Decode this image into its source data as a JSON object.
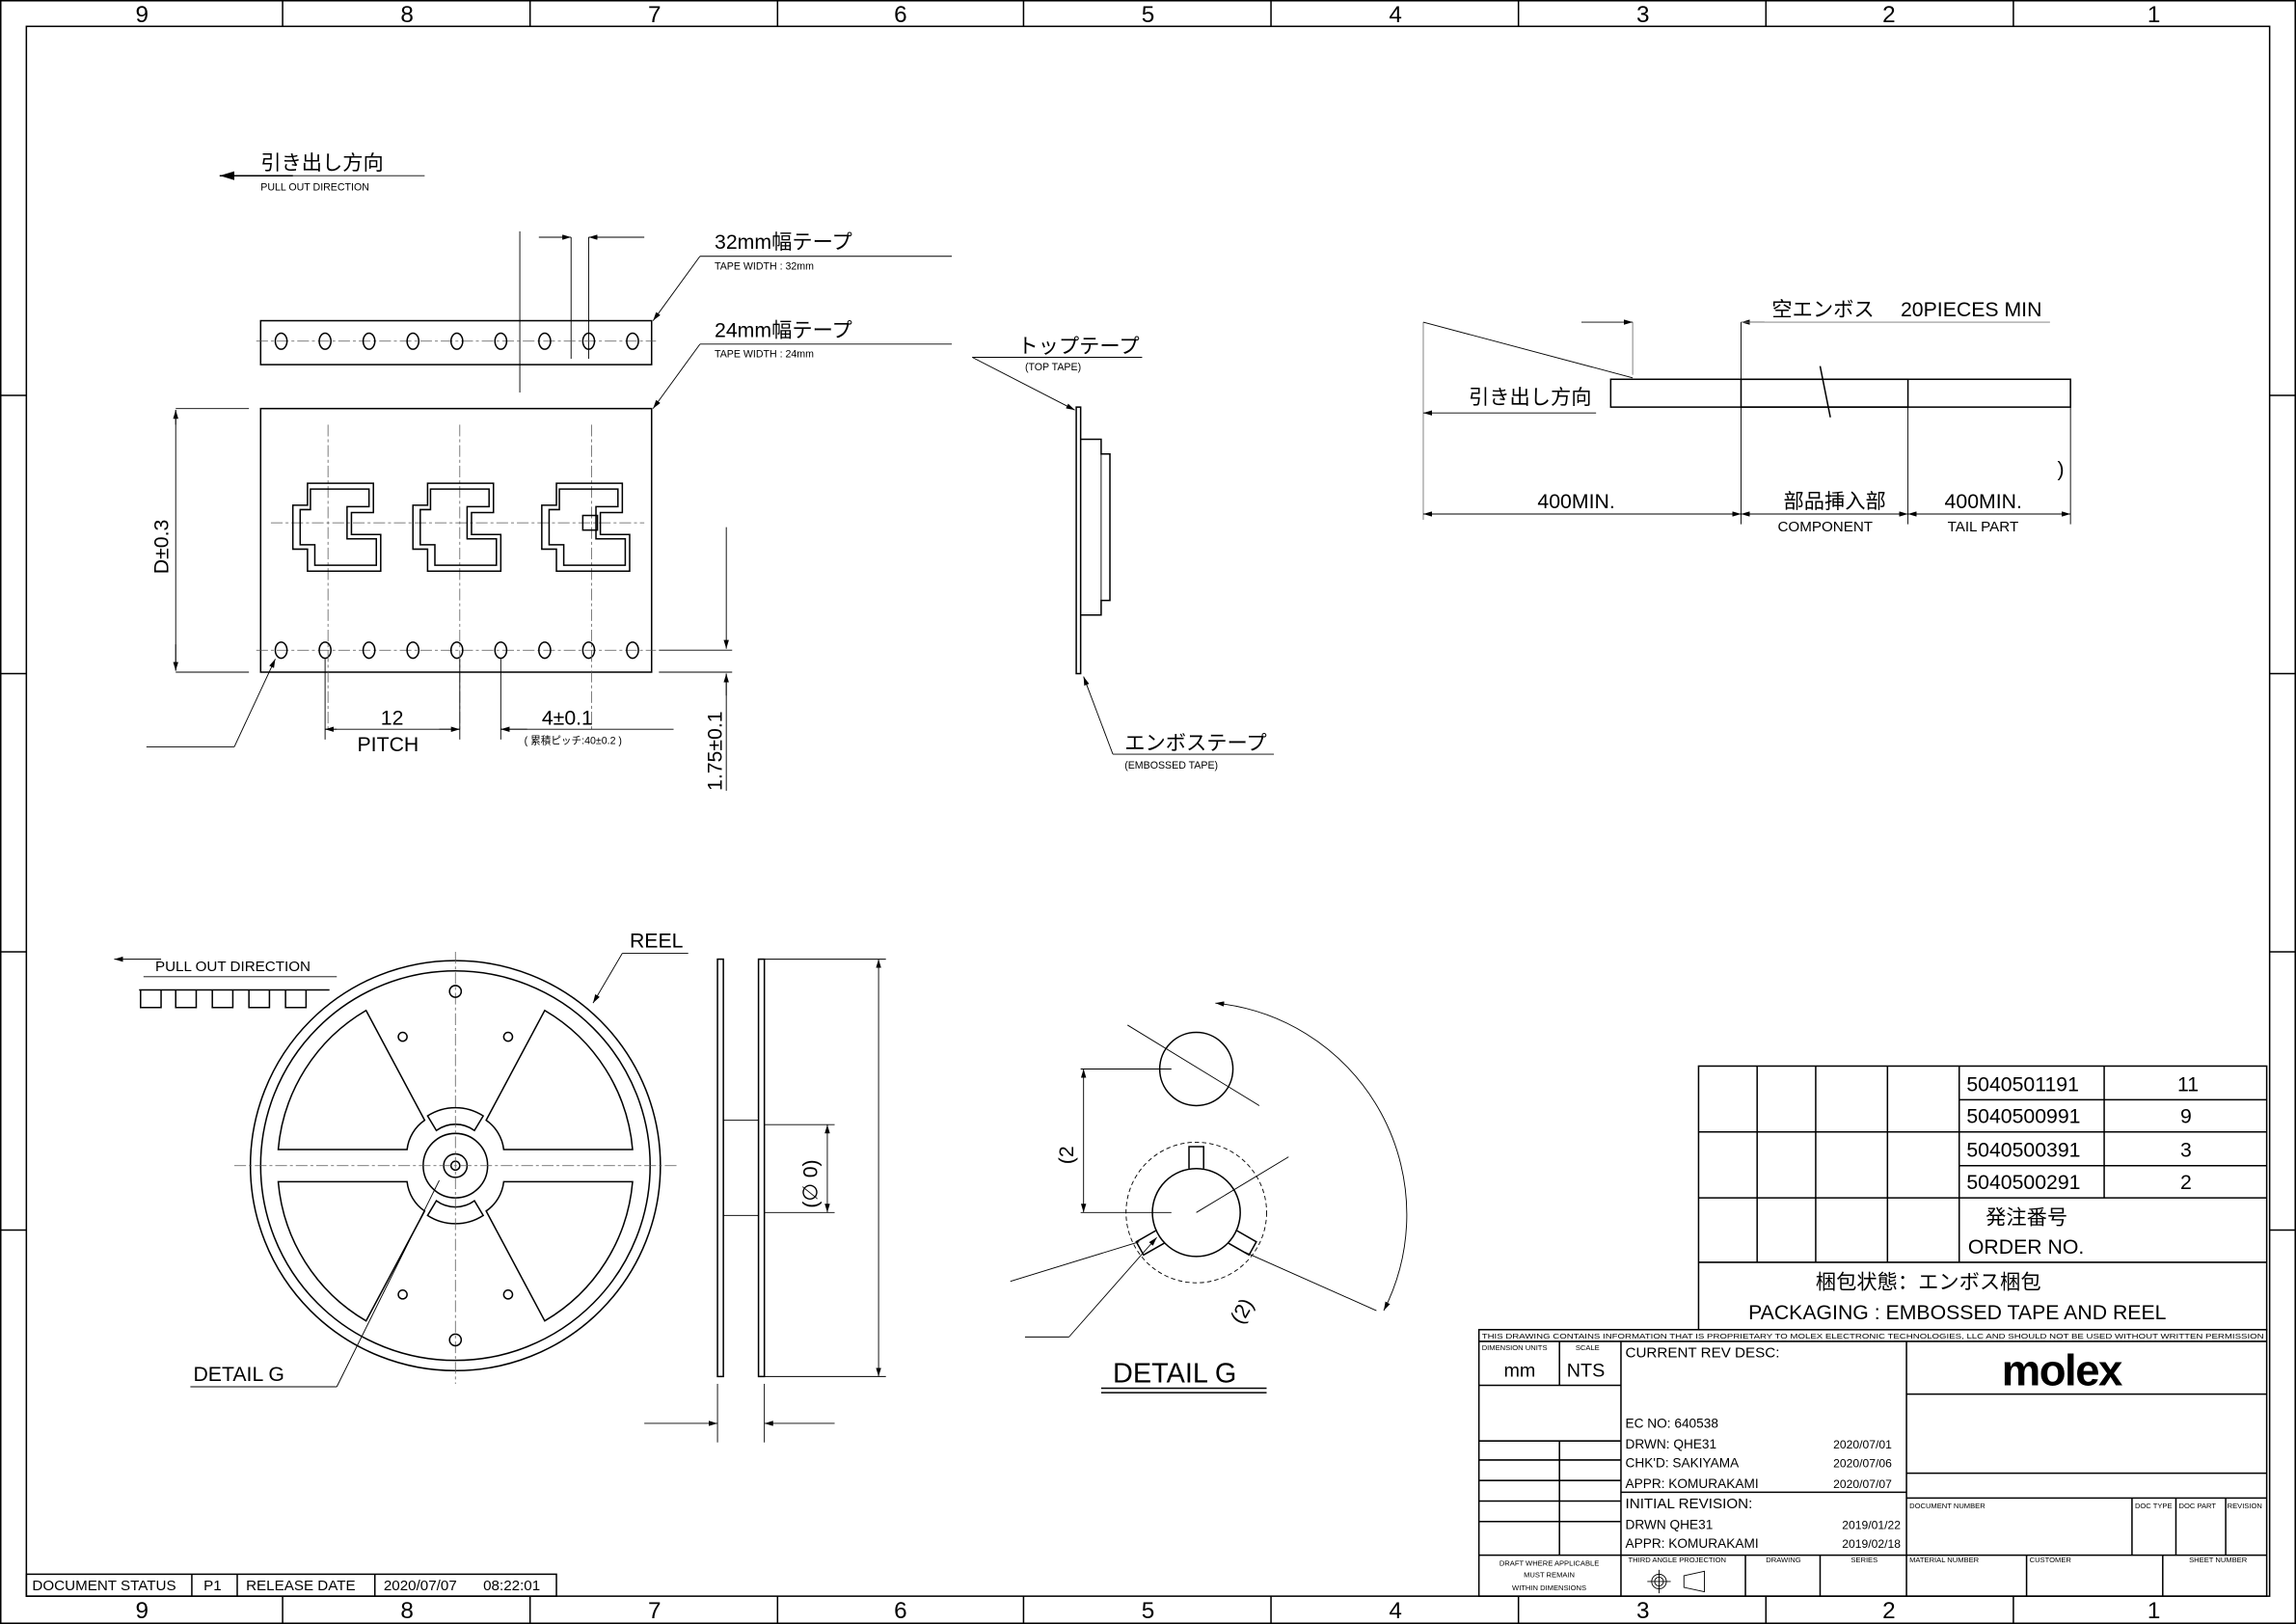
{
  "zones": [
    "9",
    "8",
    "7",
    "6",
    "5",
    "4",
    "3",
    "2",
    "1"
  ],
  "tape_view": {
    "pull_jp": "引き出し方向",
    "pull_en": "PULL OUT DIRECTION",
    "w32_jp": "32mm幅テープ",
    "w32_en": "TAPE WIDTH : 32mm",
    "w24_jp": "24mm幅テープ",
    "w24_en": "TAPE WIDTH : 24mm",
    "d_dim": "D±0.3",
    "pitch_val": "12",
    "pitch_label": "PITCH",
    "hole_pitch": "4±0.1",
    "cum_pitch": "( 累積ピッチ:40±0.2 )",
    "edge_dim": "1.75±0.1"
  },
  "side_view": {
    "top_jp": "トップテープ",
    "top_en": "(TOP TAPE)",
    "emb_jp": "エンボステープ",
    "emb_en": "(EMBOSSED TAPE)"
  },
  "leader": {
    "empty_jp": "空エンボス",
    "empty_min": "20PIECES MIN",
    "pull_jp": "引き出し方向",
    "lead_min": "400MIN.",
    "comp_jp": "部品挿入部",
    "comp_en": "COMPONENT",
    "tail_min": "400MIN.",
    "tail_en": "TAIL PART",
    "paren": ")"
  },
  "reel": {
    "pull_en": "PULL OUT DIRECTION",
    "reel_label": "REEL",
    "detail_ref": "DETAIL G",
    "hub_dim": "(∅ 0)"
  },
  "detail": {
    "title": "DETAIL G",
    "dim_a": "(2",
    "dim_b": "(2)"
  },
  "order_table": {
    "rows": [
      {
        "no": "5040501191",
        "qty": "11"
      },
      {
        "no": "5040500991",
        "qty": "9"
      },
      {
        "no": "5040500391",
        "qty": "3"
      },
      {
        "no": "5040500291",
        "qty": "2"
      }
    ],
    "header_jp": "発注番号",
    "header_en": "ORDER NO.",
    "packaging_jp": "梱包状態：エンボス梱包",
    "packaging_en": "PACKAGING : EMBOSSED TAPE AND REEL"
  },
  "title_block": {
    "proprietary": "THIS DRAWING CONTAINS INFORMATION THAT IS PROPRIETARY TO MOLEX ELECTRONIC TECHNOLOGIES, LLC AND SHOULD NOT BE USED WITHOUT WRITTEN PERMISSION",
    "dim_units_label": "DIMENSION UNITS",
    "dim_units": "mm",
    "scale_label": "SCALE",
    "scale": "NTS",
    "rev_desc": "CURRENT REV DESC:",
    "ec_no": "EC NO:  640538",
    "drwn": "DRWN:  QHE31",
    "drwn_date": "2020/07/01",
    "chkd": "CHK'D:  SAKIYAMA",
    "chkd_date": "2020/07/06",
    "appr": "APPR:  KOMURAKAMI",
    "appr_date": "2020/07/07",
    "initial": "INITIAL REVISION:",
    "i_drwn": "DRWN   QHE31",
    "i_drwn_date": "2019/01/22",
    "i_appr": "APPR:  KOMURAKAMI",
    "i_appr_date": "2019/02/18",
    "logo": "molex",
    "doc_number": "DOCUMENT NUMBER",
    "doc_type": "DOC TYPE",
    "doc_part": "DOC PART",
    "revision": "REVISION",
    "draft1": "DRAFT WHERE APPLICABLE",
    "draft2": "MUST REMAIN",
    "draft3": "WITHIN DIMENSIONS",
    "projection": "THIRD ANGLE PROJECTION",
    "drawing": "DRAWING",
    "series": "SERIES",
    "material": "MATERIAL NUMBER",
    "customer": "CUSTOMER",
    "sheet": "SHEET NUMBER"
  },
  "status": {
    "label": "DOCUMENT STATUS",
    "value": "P1",
    "release_label": "RELEASE DATE",
    "release_date": "2020/07/07",
    "release_time": "08:22:01"
  }
}
